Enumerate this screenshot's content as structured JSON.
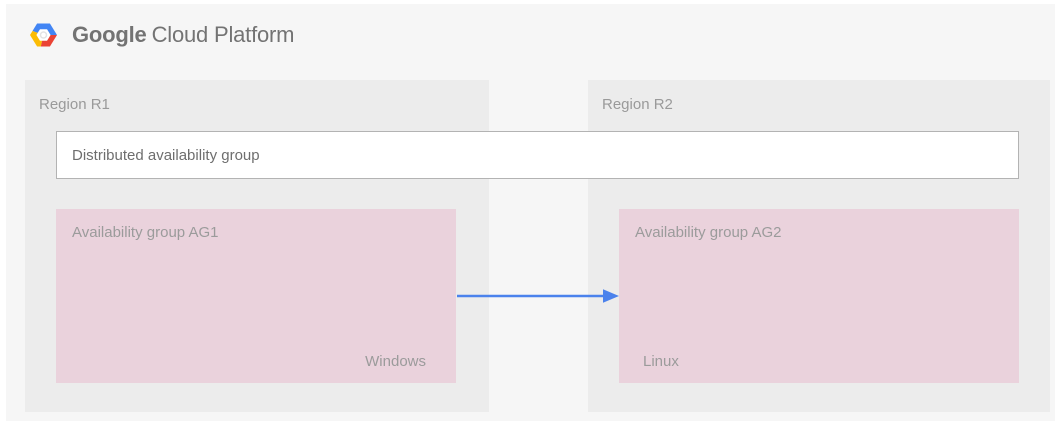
{
  "header": {
    "logo_icon": "google-cloud-platform-logo",
    "brand_primary": "Google",
    "brand_secondary": "Cloud Platform"
  },
  "diagram": {
    "distributed_group_label": "Distributed availability group",
    "regions": [
      {
        "label": "Region R1",
        "group_label": "Availability group AG1",
        "os_label": "Windows"
      },
      {
        "label": "Region R2",
        "group_label": "Availability group AG2",
        "os_label": "Linux"
      }
    ],
    "arrow": {
      "direction": "left-to-right",
      "from": "Availability group AG1",
      "to": "Availability group AG2"
    }
  },
  "colors": {
    "canvas_bg": "#f6f6f6",
    "region_bg": "#ececec",
    "group_bg": "#ead2dc",
    "arrow_blue": "#4b82ec",
    "logo_blue": "#4285f4",
    "logo_yellow": "#fbbc05",
    "logo_red": "#ea4335"
  }
}
